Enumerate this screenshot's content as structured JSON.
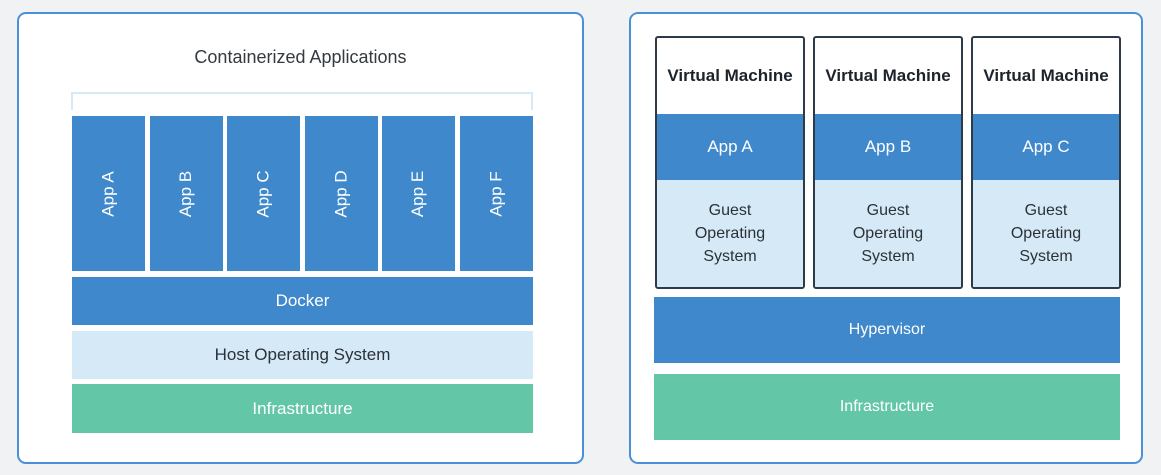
{
  "containers": {
    "title": "Containerized Applications",
    "apps": [
      "App A",
      "App B",
      "App C",
      "App D",
      "App E",
      "App F"
    ],
    "docker": "Docker",
    "host_os": "Host Operating System",
    "infrastructure": "Infrastructure"
  },
  "virtual_machines": {
    "vms": [
      {
        "title": "Virtual Machine",
        "app": "App A",
        "os_lines": [
          "Guest",
          "Operating",
          "System"
        ]
      },
      {
        "title": "Virtual Machine",
        "app": "App B",
        "os_lines": [
          "Guest",
          "Operating",
          "System"
        ]
      },
      {
        "title": "Virtual Machine",
        "app": "App C",
        "os_lines": [
          "Guest",
          "Operating",
          "System"
        ]
      }
    ],
    "hypervisor": "Hypervisor",
    "infrastructure": "Infrastructure"
  },
  "colors": {
    "border": "#4a90d9",
    "app_blue": "#3f88cb",
    "light_blue": "#d6e9f7",
    "infra_green": "#63c6a7"
  }
}
